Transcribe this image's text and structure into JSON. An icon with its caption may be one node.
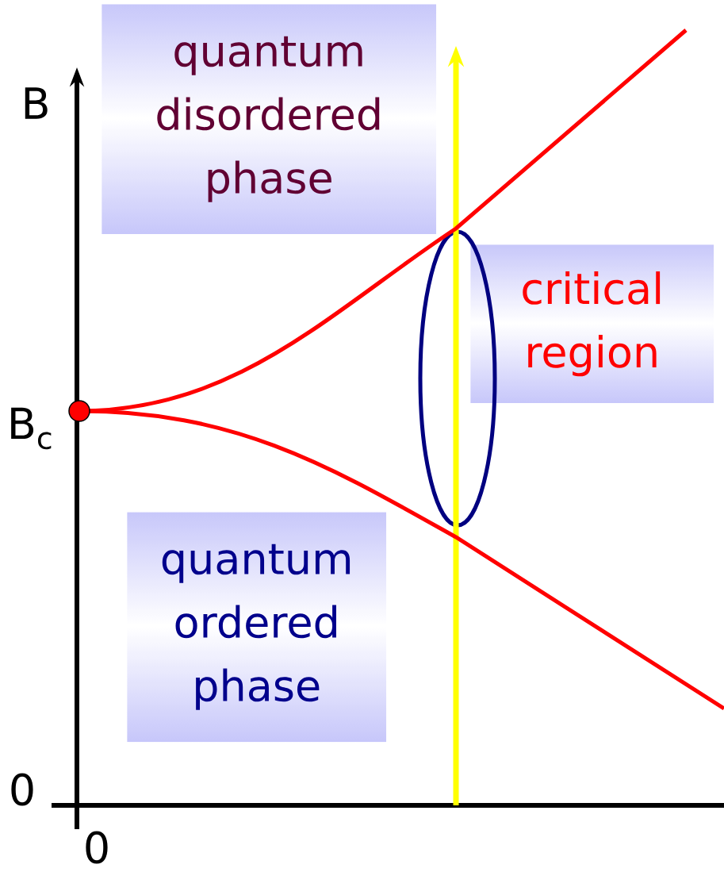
{
  "diagram": {
    "nodes": [
      {
        "text": [
          "quantum disordered phase"
        ]
      },
      {
        "text": [
          "critical region"
        ]
      },
      {
        "text": [
          "quantum ordered phase"
        ]
      },
      {
        "text": [],
        "shape": "ellipse"
      }
    ],
    "labels": [
      "B",
      "B$_{c}$",
      "0",
      "0"
    ]
  }
}
